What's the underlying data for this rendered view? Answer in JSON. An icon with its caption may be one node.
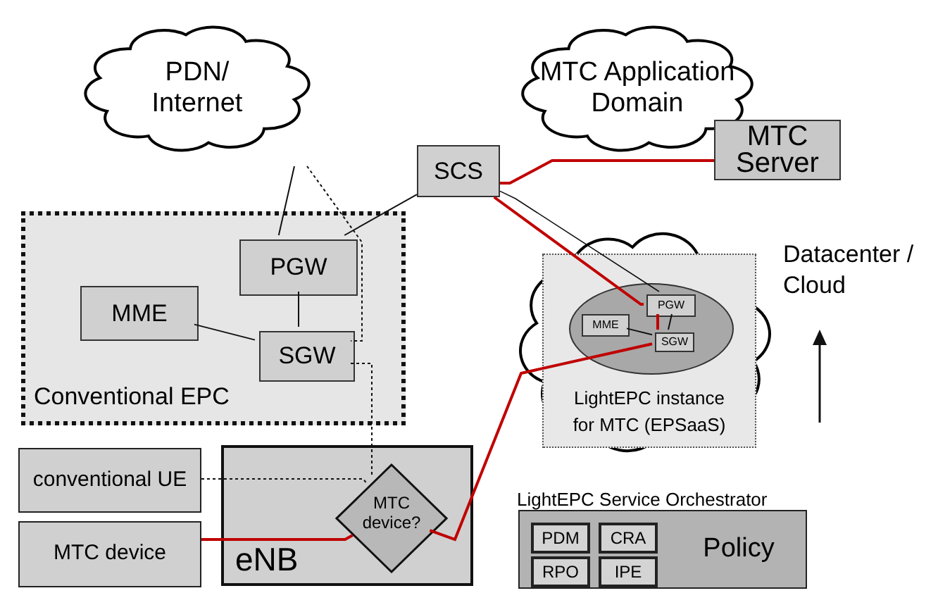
{
  "diagram": {
    "nodes": [
      {
        "text": [
          "PDN/ Internet"
        ]
      },
      {
        "text": [
          "MTC Application Domain"
        ]
      },
      {
        "text": [
          "SCS"
        ]
      },
      {
        "text": [
          "MTC Server"
        ]
      },
      {
        "text": [
          "Conventional EPC"
        ]
      },
      {
        "text": [
          "PGW"
        ],
        "in": 4
      },
      {
        "text": [
          "MME"
        ],
        "in": 4
      },
      {
        "text": [
          "SGW"
        ],
        "in": 4
      },
      {
        "text": [],
        "shape": "cloud"
      },
      {
        "text": [
          "LightEPC instance for MTC (EPSaaS)"
        ],
        "in": 8
      },
      {
        "text": [],
        "shape": "ellipse",
        "in": 9
      },
      {
        "text": [
          "MME"
        ],
        "in": 10
      },
      {
        "text": [
          "PGW"
        ],
        "in": 10
      },
      {
        "text": [
          "SGW"
        ],
        "in": 10
      },
      {
        "text": [
          "conventional UE"
        ]
      },
      {
        "text": [
          "MTC device"
        ]
      },
      {
        "text": [
          "eNB"
        ]
      },
      {
        "text": [
          "MTC device?"
        ],
        "in": 16
      },
      {
        "text": [
          "LightEPC Service Orchestrator",
          "Policy"
        ]
      },
      {
        "text": [
          "PDM"
        ],
        "in": 18
      },
      {
        "text": [
          "CRA"
        ],
        "in": 18
      },
      {
        "text": [
          "RPO"
        ],
        "in": 18
      },
      {
        "text": [
          "IPE"
        ],
        "in": 18
      }
    ],
    "edges": [
      {
        "from": 0,
        "to": 5,
        "arrow": "none"
      },
      {
        "from": 0,
        "to": 7,
        "arrow": "none",
        "style": "dashed"
      },
      {
        "from": 2,
        "to": 5,
        "arrow": "none"
      },
      {
        "from": 5,
        "to": 7,
        "arrow": "none"
      },
      {
        "from": 6,
        "to": 7,
        "arrow": "none"
      },
      {
        "from": 7,
        "to": 17,
        "arrow": "none",
        "style": "dashed"
      },
      {
        "from": 14,
        "to": 17,
        "arrow": "none",
        "style": "dashed"
      },
      {
        "from": 2,
        "to": 12,
        "arrow": "none"
      },
      {
        "from": 11,
        "to": 13,
        "arrow": "none"
      },
      {
        "from": 12,
        "to": 13,
        "arrow": "none"
      },
      {
        "from": 15,
        "to": 17,
        "arrow": "none",
        "color": "#c00000"
      },
      {
        "from": 17,
        "to": 13,
        "arrow": "none",
        "color": "#c00000"
      },
      {
        "from": 13,
        "to": 12,
        "arrow": "none",
        "color": "#c00000"
      },
      {
        "from": 12,
        "to": 2,
        "arrow": "none",
        "color": "#c00000"
      },
      {
        "from": 2,
        "to": 3,
        "arrow": "none",
        "color": "#c00000"
      }
    ],
    "labels": [
      "Datacenter / Cloud"
    ]
  }
}
